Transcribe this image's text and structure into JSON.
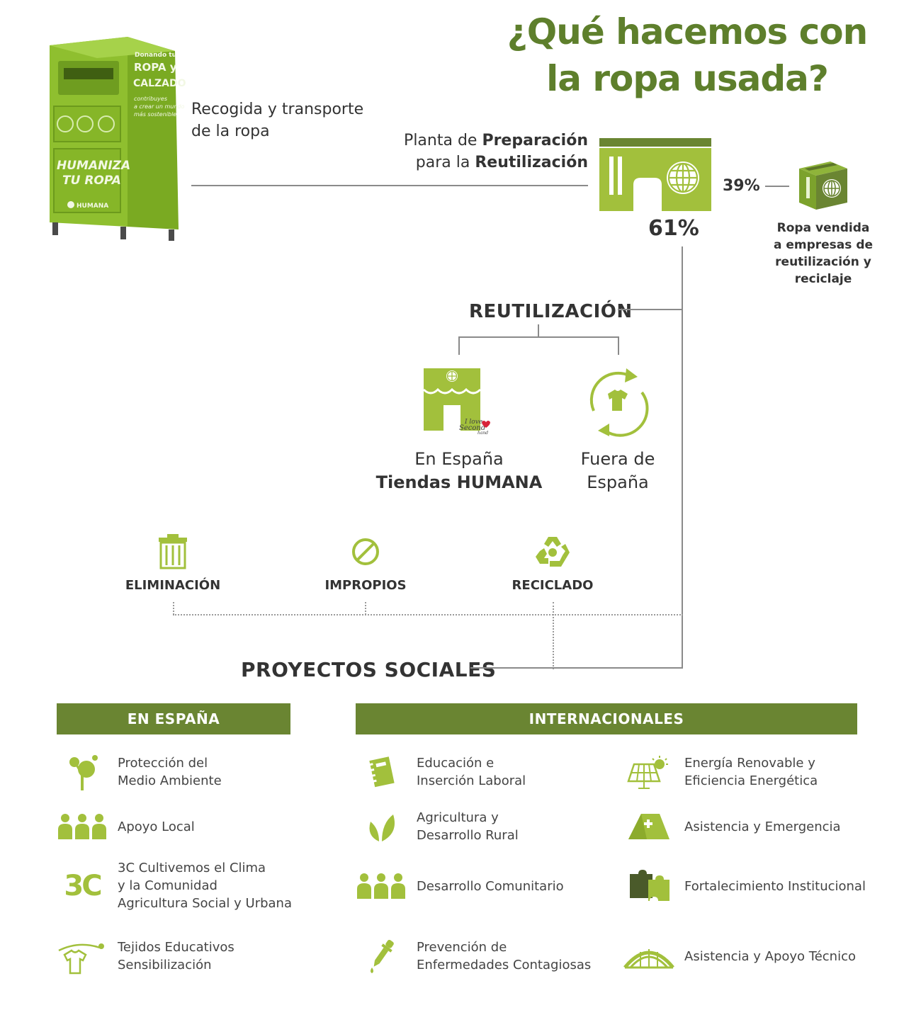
{
  "title": {
    "line1": "¿Qué hacemos con",
    "line2": "la ropa usada?"
  },
  "container": {
    "label_line1": "Donando tu",
    "label_line2": "ROPA y",
    "label_line3": "CALZADO",
    "label_line4": "contribuyes",
    "label_line5": "a crear un mundo",
    "label_line6": "más sostenible",
    "slogan_line1": "HUMANIZA",
    "slogan_line2": "TU ROPA",
    "brand": "HUMANA"
  },
  "collection": {
    "line1": "Recogida y transporte",
    "line2": "de la ropa"
  },
  "plant": {
    "line1_a": "Planta de ",
    "line1_b": "Preparación",
    "line2_a": "para la ",
    "line2_b": "Reutilización",
    "percent": "61%"
  },
  "sold": {
    "percent": "39%",
    "line1": "Ropa vendida",
    "line2": "a empresas de",
    "line3": "reutilización y",
    "line4": "reciclaje"
  },
  "reuse": {
    "heading": "REUTILIZACIÓN",
    "spain_line1": "En España",
    "spain_line2": "Tiendas HUMANA",
    "abroad_line1": "Fuera de",
    "abroad_line2": "España",
    "shop_sign_line1": "I love",
    "shop_sign_line2": "Second",
    "shop_sign_line3": "hand"
  },
  "categories": {
    "elimination": "ELIMINACIÓN",
    "improper": "IMPROPIOS",
    "recycling": "RECICLADO"
  },
  "social": {
    "heading": "PROYECTOS SOCIALES",
    "spain_bar": "EN ESPAÑA",
    "intl_bar": "INTERNACIONALES",
    "spain_items": [
      {
        "icon": "tree-icon",
        "text": "Protección del\nMedio Ambiente"
      },
      {
        "icon": "people-icon",
        "text": "Apoyo Local"
      },
      {
        "icon": "3c-logo",
        "text": "3C Cultivemos el Clima\ny la Comunidad\nAgricultura Social y Urbana",
        "logo_text": "3C"
      },
      {
        "icon": "tshirt-icon",
        "text": "Tejidos Educativos\nSensibilización"
      }
    ],
    "intl_items_col1": [
      {
        "icon": "notebook-icon",
        "text": "Educación e\nInserción Laboral"
      },
      {
        "icon": "leaves-icon",
        "text": "Agricultura y\nDesarrollo Rural"
      },
      {
        "icon": "people-icon",
        "text": "Desarrollo Comunitario"
      },
      {
        "icon": "dropper-icon",
        "text": "Prevención de\nEnfermedades Contagiosas"
      }
    ],
    "intl_items_col2": [
      {
        "icon": "solar-panel-icon",
        "text": "Energía Renovable y\nEficiencia Energética"
      },
      {
        "icon": "tent-icon",
        "text": "Asistencia y Emergencia"
      },
      {
        "icon": "puzzle-icon",
        "text": "Fortalecimiento Institucional"
      },
      {
        "icon": "bridge-icon",
        "text": "Asistencia y Apoyo Técnico"
      }
    ]
  },
  "colors": {
    "green": "#a2c03c",
    "dark_green": "#6a8532",
    "title_green": "#5e7f2c",
    "text": "#333333"
  }
}
